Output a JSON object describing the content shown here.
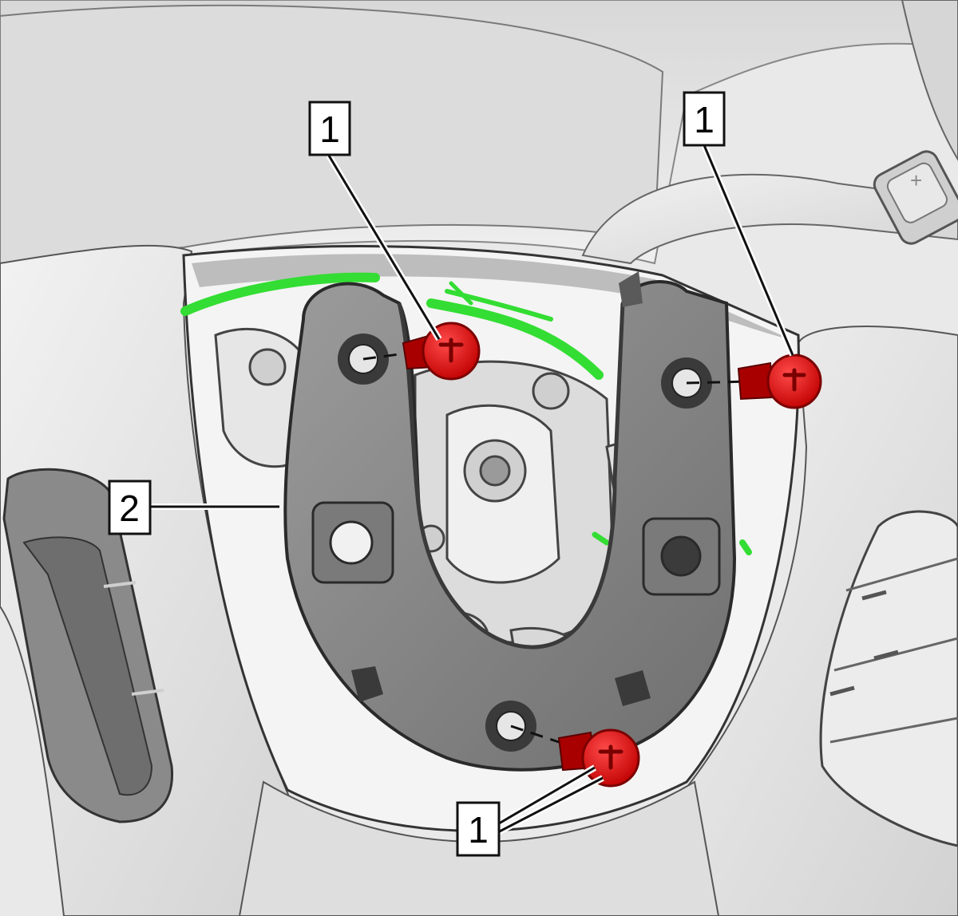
{
  "colors": {
    "background": "#ededed",
    "panel_light": "#e4e4e4",
    "panel_mid": "#c9c9c9",
    "panel_dark": "#9a9a9a",
    "bracket": "#8c8c8c",
    "bracket_dark": "#5a5a5a",
    "harness": "#33dd33",
    "fastener": "#ee1111",
    "fastener_dark": "#a80000",
    "line": "#222222"
  },
  "callouts": [
    {
      "id": "callout-1-top-left",
      "label": "1",
      "target": "fastener-top-left"
    },
    {
      "id": "callout-1-top-right",
      "label": "1",
      "target": "fastener-right"
    },
    {
      "id": "callout-1-bottom",
      "label": "1",
      "target": "fastener-bottom"
    },
    {
      "id": "callout-2",
      "label": "2",
      "target": "bracket"
    }
  ],
  "icons": [
    "steering-wheel-icon",
    "bracket-icon",
    "fastener-icon",
    "wire-harness-icon",
    "paddle-shifter-icon"
  ],
  "paddle_label": "+"
}
